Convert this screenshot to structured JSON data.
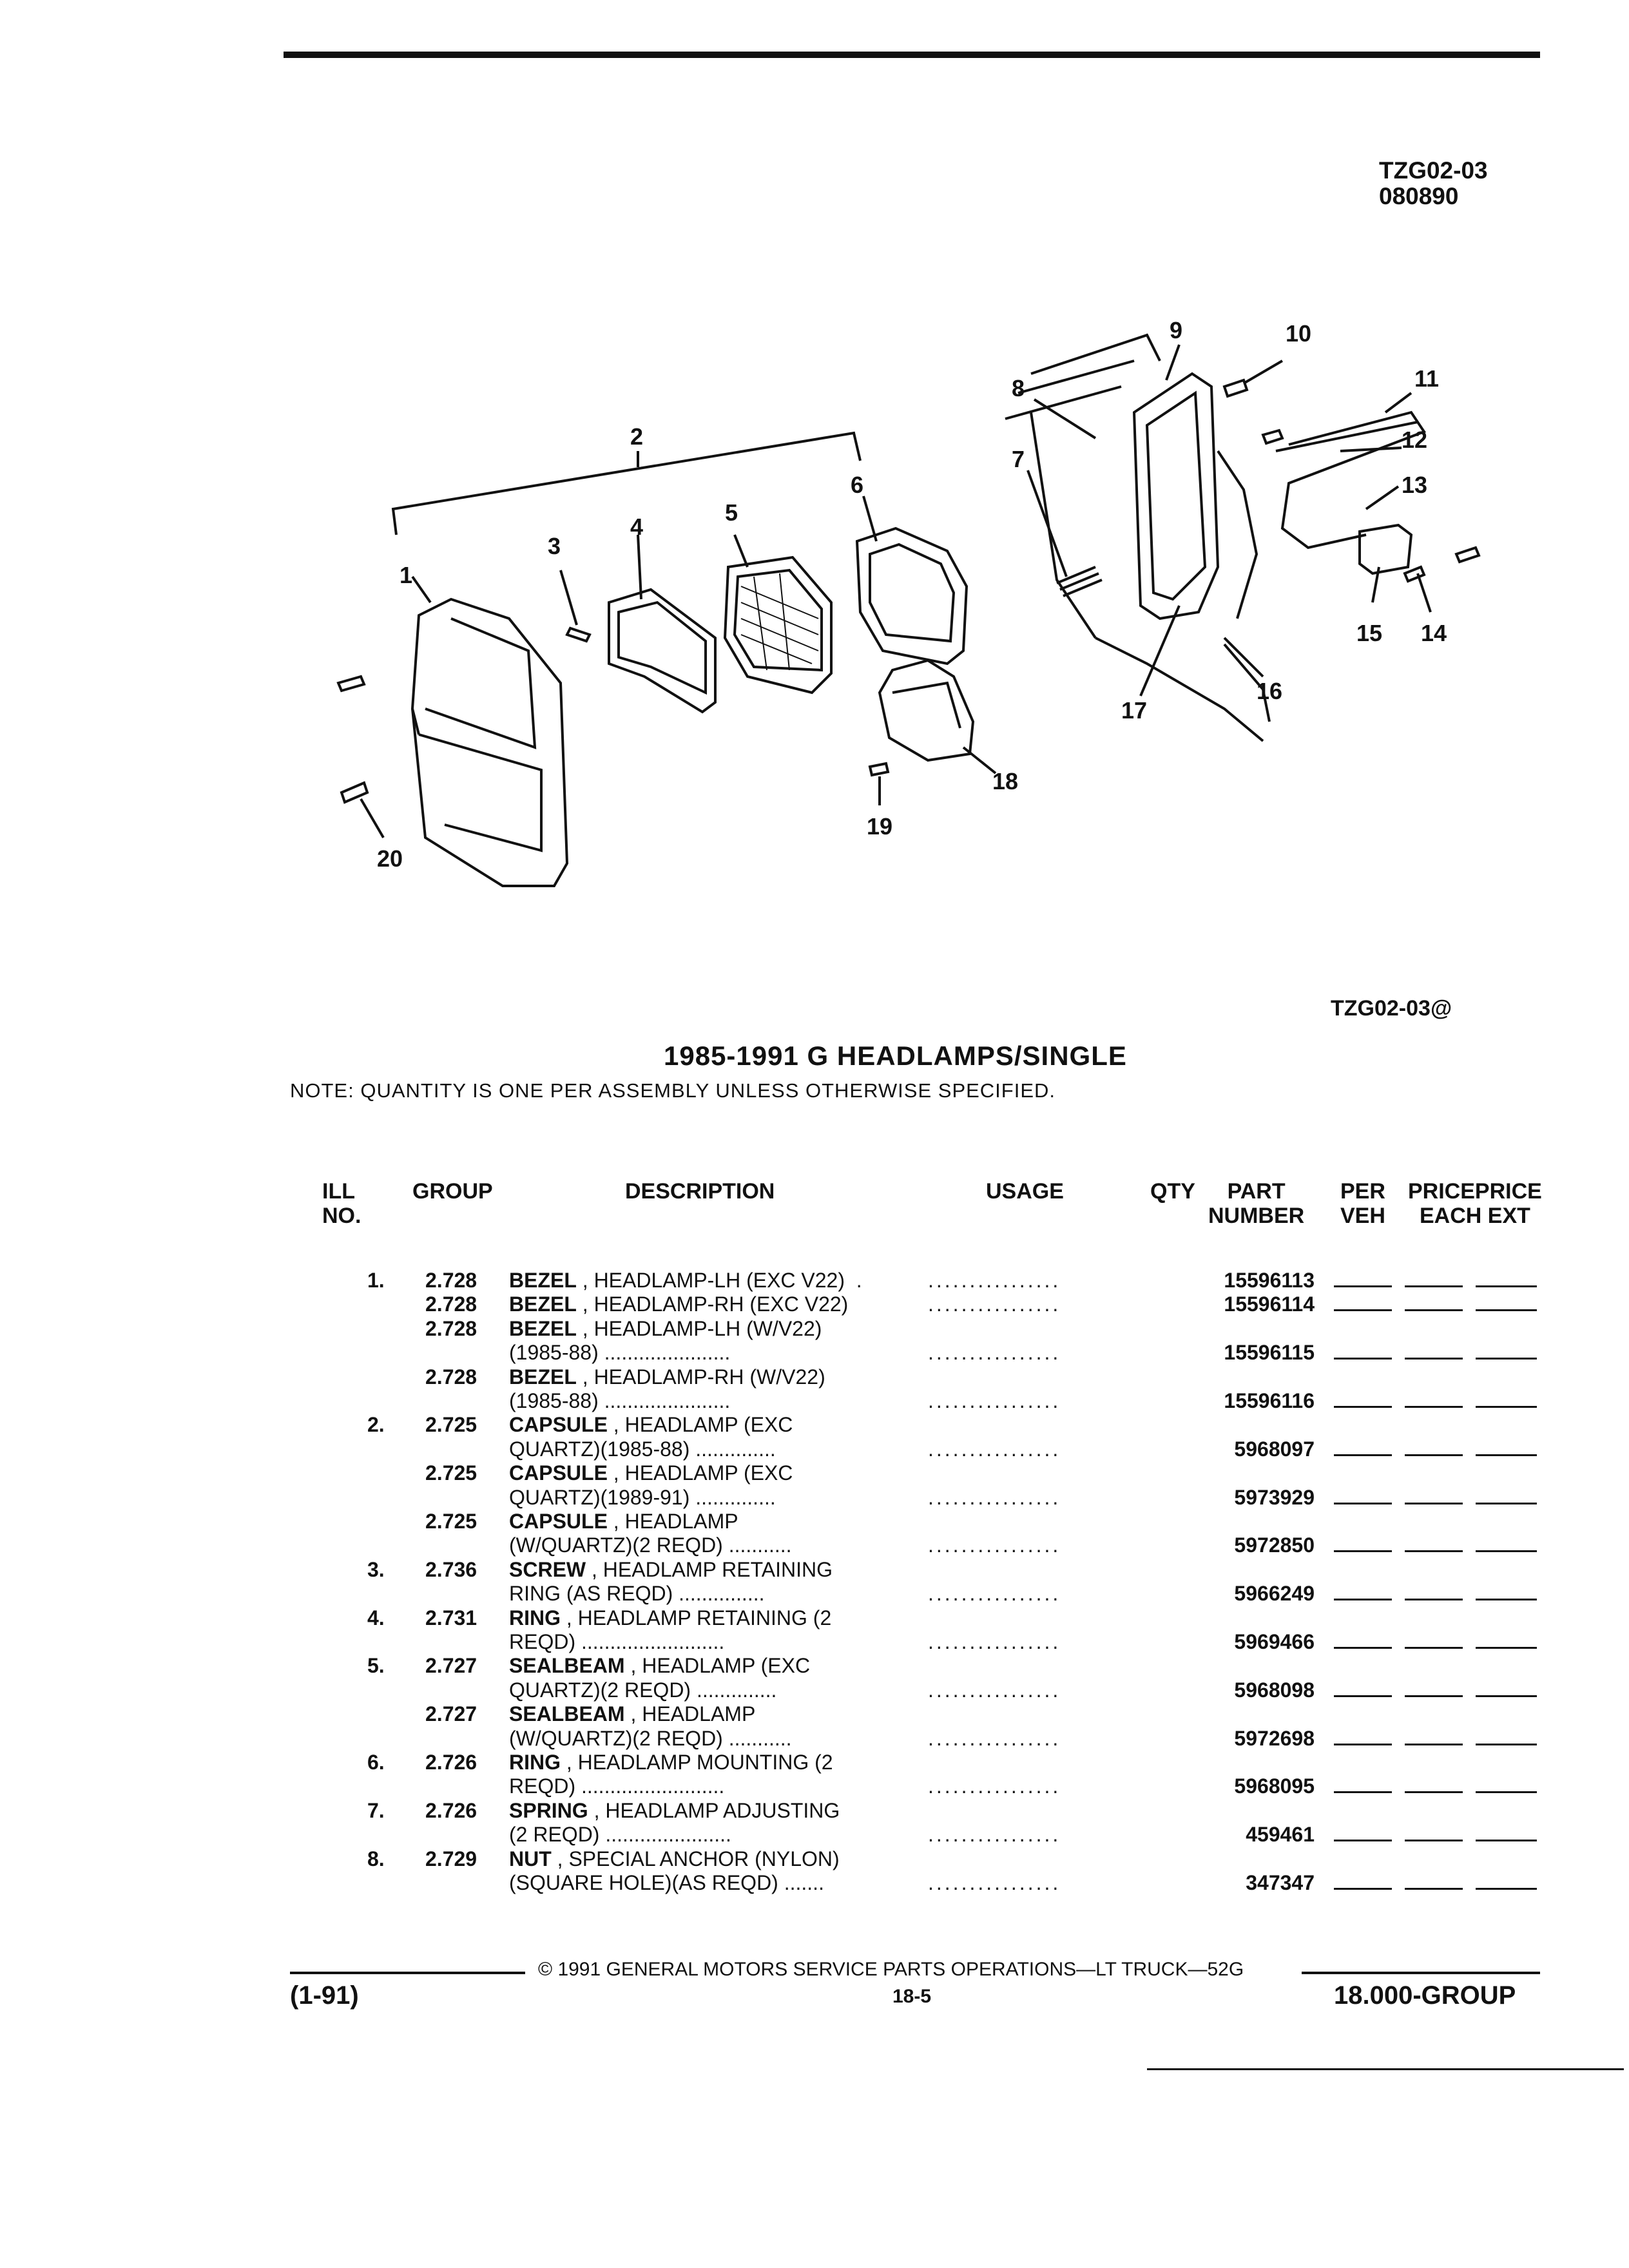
{
  "header": {
    "doc_code": "TZG02-03",
    "doc_date": "080890"
  },
  "figure": {
    "figure_id": "TZG02-03@",
    "callouts": [
      "1",
      "2",
      "3",
      "4",
      "5",
      "6",
      "7",
      "8",
      "9",
      "10",
      "11",
      "12",
      "13",
      "14",
      "15",
      "16",
      "17",
      "18",
      "19",
      "20"
    ]
  },
  "title": "1985-1991 G HEADLAMPS/SINGLE",
  "note": "NOTE:  QUANTITY IS ONE PER ASSEMBLY UNLESS OTHERWISE SPECIFIED.",
  "columns": {
    "ill": "ILL",
    "ill2": "NO.",
    "group": "GROUP",
    "description": "DESCRIPTION",
    "usage": "USAGE",
    "qty": "QTY",
    "part": "PART",
    "part2": "NUMBER",
    "per": "PER",
    "per2": "VEH",
    "price": "PRICEPRICE",
    "price2": "EACH  EXT"
  },
  "rows": [
    {
      "ill": "1.",
      "group": "2.728",
      "name": "BEZEL",
      "desc": " , HEADLAMP-LH (EXC V22)  .",
      "dots": "................",
      "part": "15596113"
    },
    {
      "ill": "",
      "group": "2.728",
      "name": "BEZEL",
      "desc": " , HEADLAMP-RH (EXC V22)",
      "dots": "................",
      "part": "15596114"
    },
    {
      "ill": "",
      "group": "2.728",
      "name": "BEZEL",
      "desc": " , HEADLAMP-LH (W/V22)",
      "dots": "",
      "part": ""
    },
    {
      "ill": "",
      "group": "",
      "name": "",
      "desc": "(1985-88) ......................",
      "dots": "................",
      "part": "15596115"
    },
    {
      "ill": "",
      "group": "2.728",
      "name": "BEZEL",
      "desc": " , HEADLAMP-RH (W/V22)",
      "dots": "",
      "part": ""
    },
    {
      "ill": "",
      "group": "",
      "name": "",
      "desc": "(1985-88) ......................",
      "dots": "................",
      "part": "15596116"
    },
    {
      "ill": "2.",
      "group": "2.725",
      "name": "CAPSULE",
      "desc": " , HEADLAMP (EXC",
      "dots": "",
      "part": ""
    },
    {
      "ill": "",
      "group": "",
      "name": "",
      "desc": "QUARTZ)(1985-88) ..............",
      "dots": "................",
      "part": "5968097"
    },
    {
      "ill": "",
      "group": "2.725",
      "name": "CAPSULE",
      "desc": " , HEADLAMP (EXC",
      "dots": "",
      "part": ""
    },
    {
      "ill": "",
      "group": "",
      "name": "",
      "desc": "QUARTZ)(1989-91) ..............",
      "dots": "................",
      "part": "5973929"
    },
    {
      "ill": "",
      "group": "2.725",
      "name": "CAPSULE",
      "desc": " , HEADLAMP",
      "dots": "",
      "part": ""
    },
    {
      "ill": "",
      "group": "",
      "name": "",
      "desc": "(W/QUARTZ)(2 REQD) ...........",
      "dots": "................",
      "part": "5972850"
    },
    {
      "ill": "3.",
      "group": "2.736",
      "name": "SCREW",
      "desc": " , HEADLAMP RETAINING",
      "dots": "",
      "part": ""
    },
    {
      "ill": "",
      "group": "",
      "name": "",
      "desc": "RING (AS REQD) ...............",
      "dots": "................",
      "part": "5966249"
    },
    {
      "ill": "4.",
      "group": "2.731",
      "name": "RING",
      "desc": " , HEADLAMP RETAINING (2",
      "dots": "",
      "part": ""
    },
    {
      "ill": "",
      "group": "",
      "name": "",
      "desc": "REQD) .........................",
      "dots": "................",
      "part": "5969466"
    },
    {
      "ill": "5.",
      "group": "2.727",
      "name": "SEALBEAM",
      "desc": " , HEADLAMP (EXC",
      "dots": "",
      "part": ""
    },
    {
      "ill": "",
      "group": "",
      "name": "",
      "desc": "QUARTZ)(2 REQD) ..............",
      "dots": "................",
      "part": "5968098"
    },
    {
      "ill": "",
      "group": "2.727",
      "name": "SEALBEAM",
      "desc": " , HEADLAMP",
      "dots": "",
      "part": ""
    },
    {
      "ill": "",
      "group": "",
      "name": "",
      "desc": "(W/QUARTZ)(2 REQD) ...........",
      "dots": "................",
      "part": "5972698"
    },
    {
      "ill": "6.",
      "group": "2.726",
      "name": "RING",
      "desc": " , HEADLAMP MOUNTING (2",
      "dots": "",
      "part": ""
    },
    {
      "ill": "",
      "group": "",
      "name": "",
      "desc": "REQD) .........................",
      "dots": "................",
      "part": "5968095"
    },
    {
      "ill": "7.",
      "group": "2.726",
      "name": "SPRING",
      "desc": " , HEADLAMP ADJUSTING",
      "dots": "",
      "part": ""
    },
    {
      "ill": "",
      "group": "",
      "name": "",
      "desc": "(2 REQD) ......................",
      "dots": "................",
      "part": "459461"
    },
    {
      "ill": "8.",
      "group": "2.729",
      "name": "NUT",
      "desc": " , SPECIAL ANCHOR (NYLON)",
      "dots": "",
      "part": ""
    },
    {
      "ill": "",
      "group": "",
      "name": "",
      "desc": "(SQUARE HOLE)(AS REQD) .......",
      "dots": "................",
      "part": "347347"
    }
  ],
  "footer": {
    "copyright": "©  1991  GENERAL MOTORS SERVICE PARTS OPERATIONS—LT TRUCK—52G",
    "date_code": "(1-91)",
    "page": "18-5",
    "group": "18.000-GROUP"
  }
}
